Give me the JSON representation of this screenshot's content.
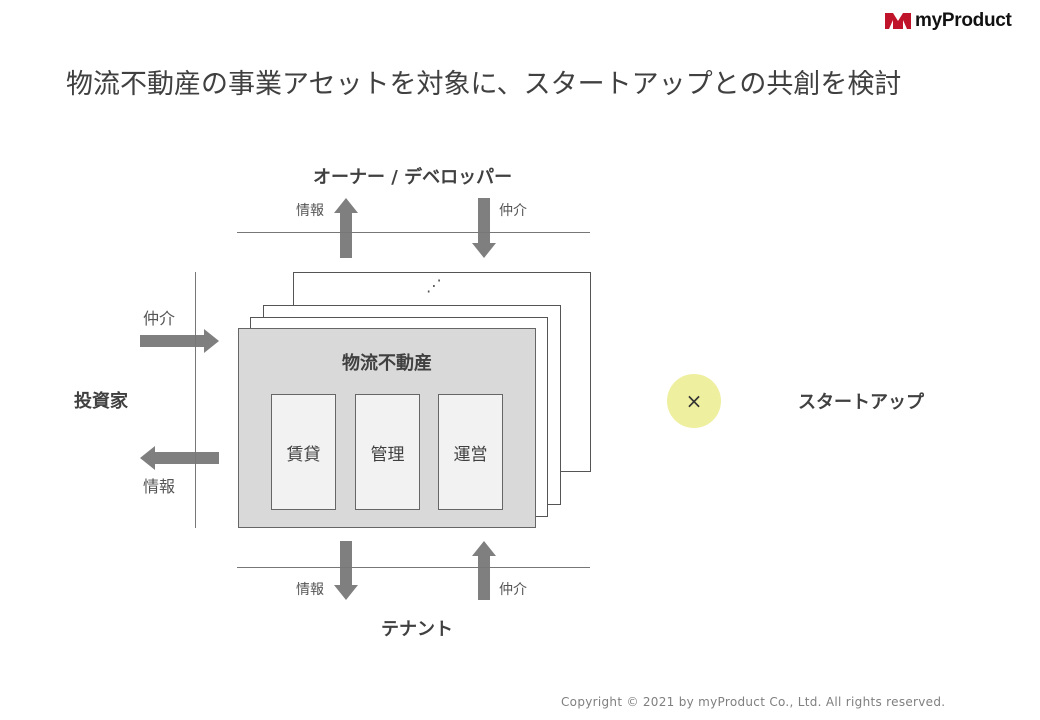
{
  "logo": {
    "text": "myProduct",
    "accent": "#c0142b"
  },
  "title": "物流不動産の事業アセットを対象に、スタートアップとの共創を検討",
  "diagram": {
    "owner_label": "オーナー / デベロッパー",
    "tenant_label": "テナント",
    "investor_label": "投資家",
    "main_label": "物流不動産",
    "ellipsis": "⋰",
    "functions": [
      "賃貸",
      "管理",
      "運営"
    ],
    "flows": {
      "top_up": "情報",
      "top_down": "仲介",
      "bottom_down": "情報",
      "bottom_up": "仲介",
      "left_in": "仲介",
      "left_out": "情報"
    },
    "times_symbol": "×",
    "startup_label": "スタートアップ",
    "arrow_color": "#7f7f7f",
    "circle_color": "#eeef9f"
  },
  "copyright": "Copyright © 2021 by myProduct Co., Ltd.  All rights reserved."
}
